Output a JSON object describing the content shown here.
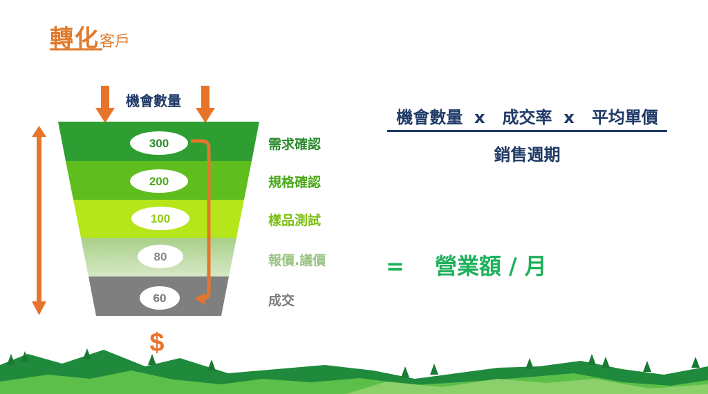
{
  "title": {
    "main": "轉化",
    "sub": "客戶"
  },
  "funnel": {
    "top_label": "機會數量",
    "stages": [
      {
        "value": "300",
        "label": "需求確認",
        "color": "#2e9e32",
        "text_color": "#2a8a2a",
        "value_color": "#2a8a2a"
      },
      {
        "value": "200",
        "label": "規格確認",
        "color": "#5fbe1e",
        "text_color": "#4aa91a",
        "value_color": "#4aa91a"
      },
      {
        "value": "100",
        "label": "樣品測試",
        "color": "#b5e61a",
        "text_color": "#7cbf14",
        "value_color": "#8ccc14"
      },
      {
        "value": "80",
        "label": "報價.議價",
        "color": "#aad08f",
        "text_color": "#9ac383",
        "value_color": "#888888"
      },
      {
        "value": "60",
        "label": "成交",
        "color": "#7f7f7f",
        "text_color": "#7b7b7b",
        "value_color": "#777777"
      }
    ],
    "output_symbol": "$"
  },
  "formula": {
    "numerator": "機會數量  x   成交率  x   平均單價",
    "denominator": "銷售週期",
    "equals": "=",
    "result": "營業額 / 月"
  },
  "colors": {
    "accent_orange": "#e8742c",
    "navy": "#1f3a66",
    "result_green": "#1db05a",
    "mountain_dark": "#1f8a3c",
    "mountain_light": "#5cbf4a"
  }
}
